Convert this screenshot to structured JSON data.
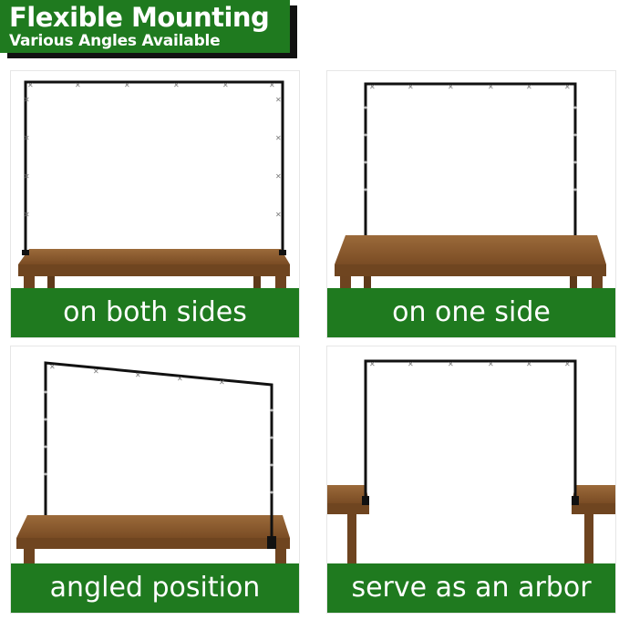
{
  "header": {
    "title": "Flexible Mounting",
    "subtitle": "Various Angles Available"
  },
  "panels": [
    {
      "caption": "on both sides"
    },
    {
      "caption": "on one side"
    },
    {
      "caption": "angled position"
    },
    {
      "caption": "serve as an arbor"
    }
  ],
  "colors": {
    "brand_green": "#1f7a1f",
    "wood": "#8a5a2e",
    "frame": "#111111"
  }
}
